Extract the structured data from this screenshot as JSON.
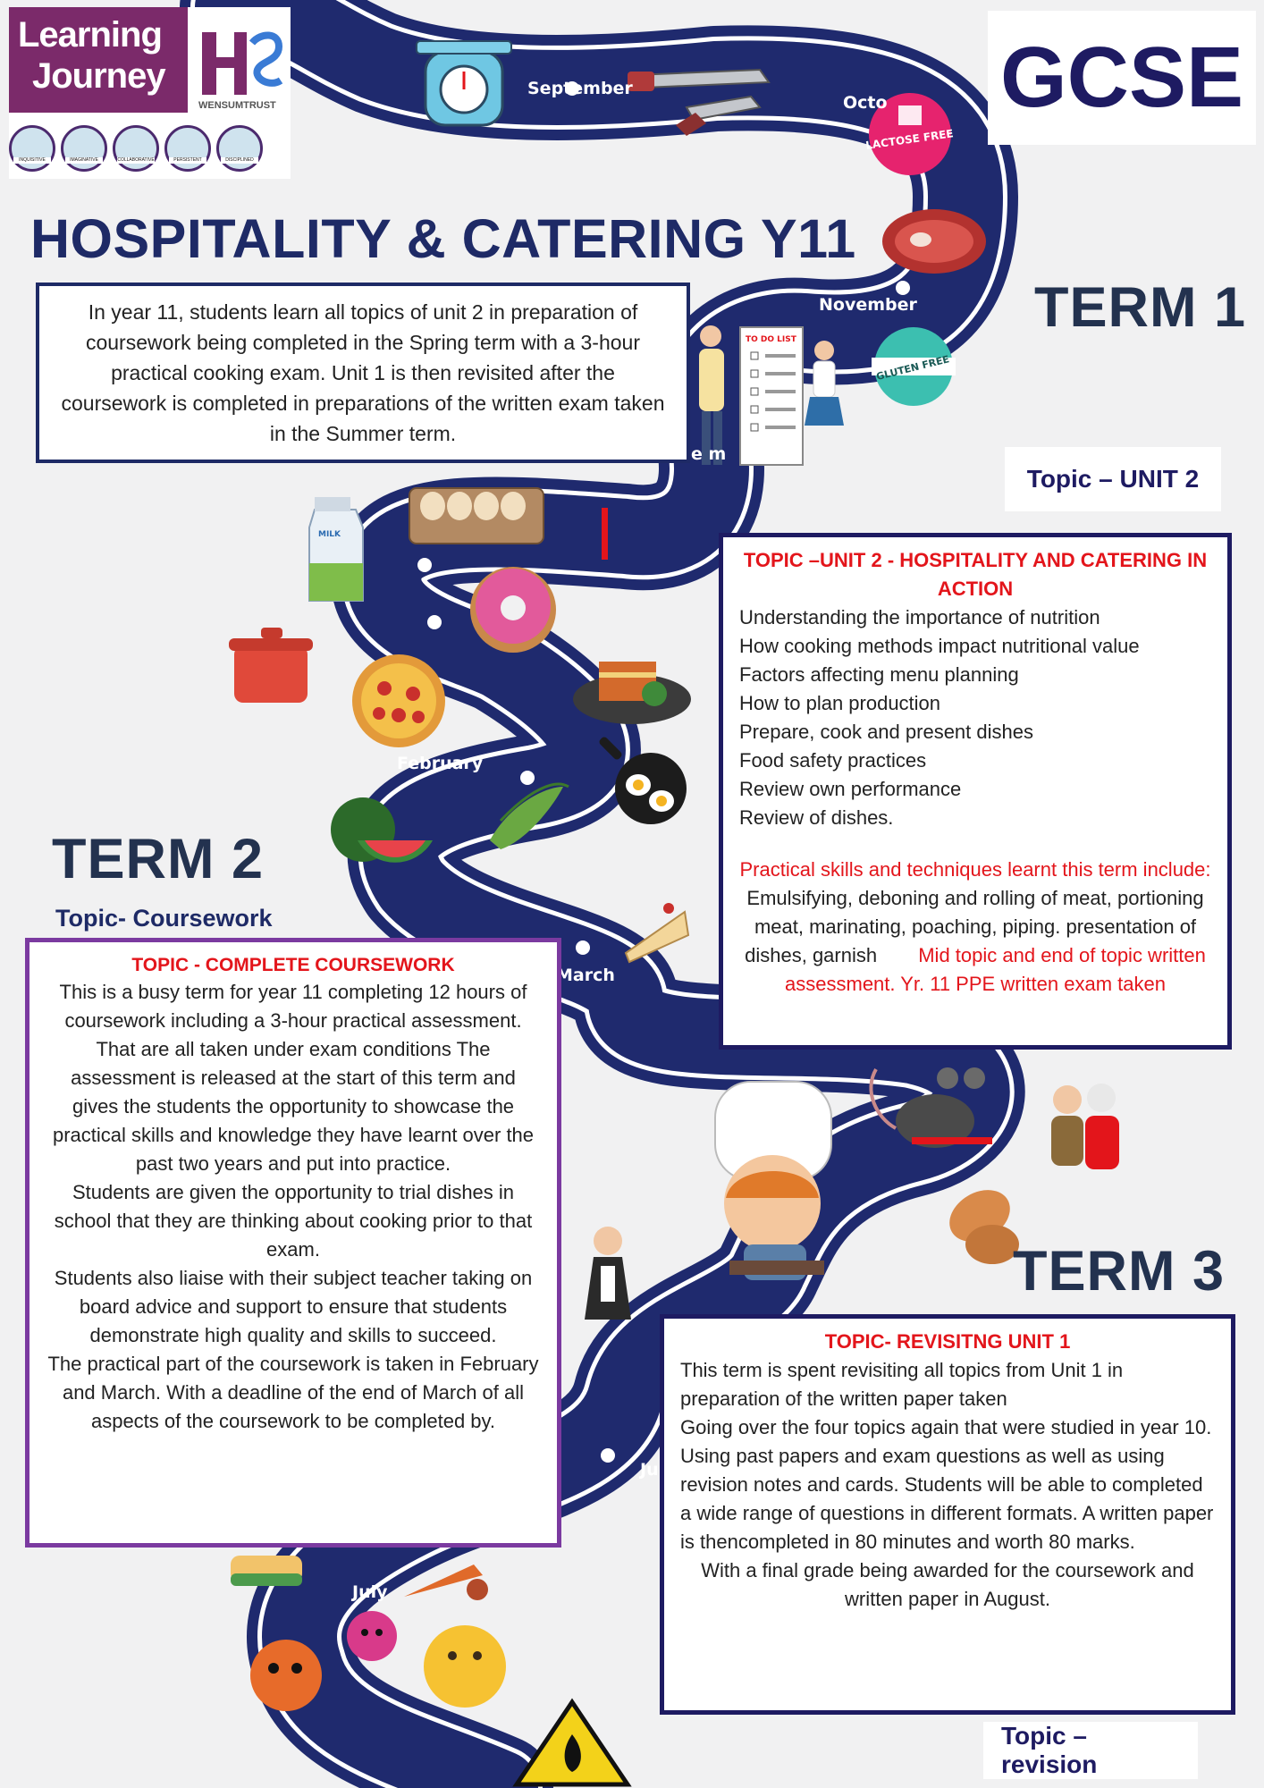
{
  "header": {
    "logo_line1": "Learning",
    "logo_line2": "Journey",
    "trust_name": "WENSUMTRUST",
    "values": [
      "INQUISITIVE",
      "IMAGINATIVE",
      "COLLABORATIVE",
      "PERSISTENT",
      "DISCIPLINED"
    ],
    "qualification": "GCSE",
    "title": "HOSPITALITY & CATERING Y11"
  },
  "intro": "In year 11, students learn all topics of unit 2 in preparation of coursework being completed in the Spring term with a 3-hour practical cooking exam. Unit 1 is then revisited after the coursework is completed in preparations of the written exam taken in the Summer term.",
  "road": {
    "months": [
      "September",
      "Octo",
      "November",
      "e m",
      "February",
      "March",
      "Jur",
      "July"
    ]
  },
  "badges": {
    "lactose": "LACTOSE FREE",
    "gluten": "GLUTEN FREE",
    "todo": "TO DO LIST",
    "milk": "MILK"
  },
  "term1": {
    "heading": "TERM 1",
    "topic_label": "Topic – UNIT 2",
    "box_title": "TOPIC –UNIT 2 - HOSPITALITY AND CATERING IN ACTION",
    "items": [
      "Understanding the importance of nutrition",
      "How cooking methods impact nutritional value",
      "Factors affecting menu planning",
      "How to plan production",
      "Prepare, cook and present dishes",
      "Food safety practices",
      "Review own performance",
      "Review of dishes."
    ],
    "skills_intro": "Practical skills and techniques learnt this term include:",
    "skills_list": " Emulsifying, deboning and rolling of meat, portioning meat, marinating, poaching, piping. presentation of dishes, garnish",
    "assessment": "Mid topic and end of topic written assessment. Yr. 11 PPE written exam taken"
  },
  "term2": {
    "heading": "TERM 2",
    "topic_label": "Topic- Coursework",
    "box_title": "TOPIC - COMPLETE COURSEWORK",
    "paragraphs": [
      "This is a busy term for year 11 completing 12 hours of coursework including a 3-hour practical assessment. That are all taken under exam conditions The assessment is released at the start of this term and gives the students the opportunity to showcase the practical skills and knowledge they have learnt over the past two years and put into practice.",
      "Students are given the opportunity to trial dishes in school that they are thinking about cooking prior to that exam.",
      "Students also liaise with their subject teacher taking on board advice and support to ensure that students demonstrate high quality and skills to succeed.",
      "The practical part of the coursework is taken in February and March. With a deadline of the end of March of all aspects of the coursework to be completed by."
    ]
  },
  "term3": {
    "heading": "TERM 3",
    "topic_label": "Topic – revision",
    "box_title": "TOPIC- REVISITNG UNIT 1",
    "paragraphs": [
      "This term is spent revisiting all topics from Unit 1 in preparation of the written paper taken",
      "Going over the four topics again that were studied in year 10.",
      "Using past papers and exam questions as well as using revision notes and cards. Students will be able to completed a wide range of questions in different formats. A written paper is thencompleted in 80 minutes and worth 80 marks."
    ],
    "closing": "With a final grade being awarded for the coursework and written paper in August."
  },
  "colors": {
    "road": "#1f2a6e",
    "title_navy": "#1e2a66",
    "accent_red": "#e3151b",
    "coursework_border": "#7b3aa0",
    "logo_purple": "#7b2a6a"
  }
}
